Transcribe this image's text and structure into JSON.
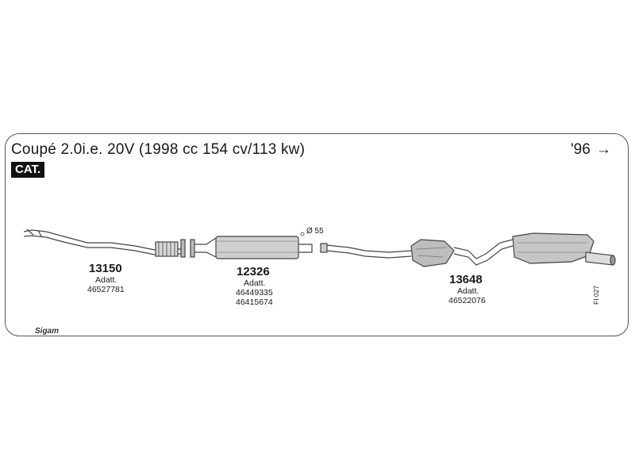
{
  "header": {
    "title": "Coupé 2.0i.e. 20V (1998 cc 154 cv/113 kw)",
    "badge": "CAT.",
    "year": "'96",
    "year_arrow": "→"
  },
  "parts": [
    {
      "number": "13150",
      "adapt_label": "Adatt.",
      "refs": [
        "46527781"
      ]
    },
    {
      "number": "12326",
      "adapt_label": "Adatt.",
      "refs": [
        "46449335",
        "46415674"
      ]
    },
    {
      "number": "13648",
      "adapt_label": "Adatt.",
      "refs": [
        "46522076"
      ]
    }
  ],
  "diameter_label": "Ø 55",
  "figure_code": "FI 027",
  "logo_text": "Sigam"
}
